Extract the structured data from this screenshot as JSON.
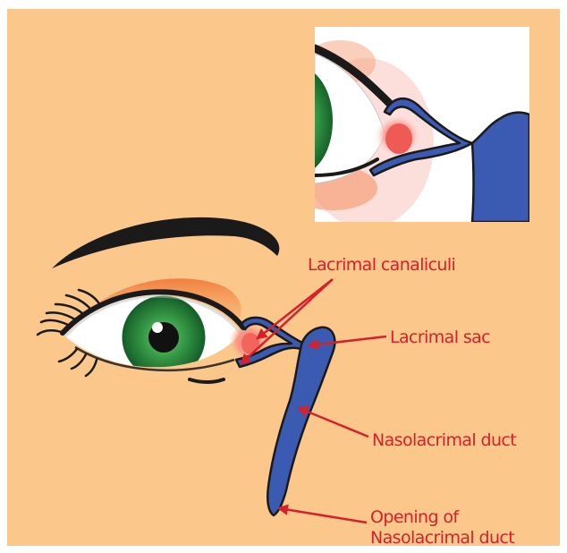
{
  "labels": {
    "canaliculi": "Lacrimal canaliculi",
    "sac": "Lacrimal sac",
    "duct": "Nasolacrimal duct",
    "opening_line1": "Opening of",
    "opening_line2": "Nasolacrimal duct"
  },
  "colors": {
    "background": "#fbc78b",
    "duct_blue": "#3a5bb1",
    "label_red": "#d6202a",
    "iris_green": "#2e8b3e",
    "eyeshadow": "#f07c3c"
  }
}
